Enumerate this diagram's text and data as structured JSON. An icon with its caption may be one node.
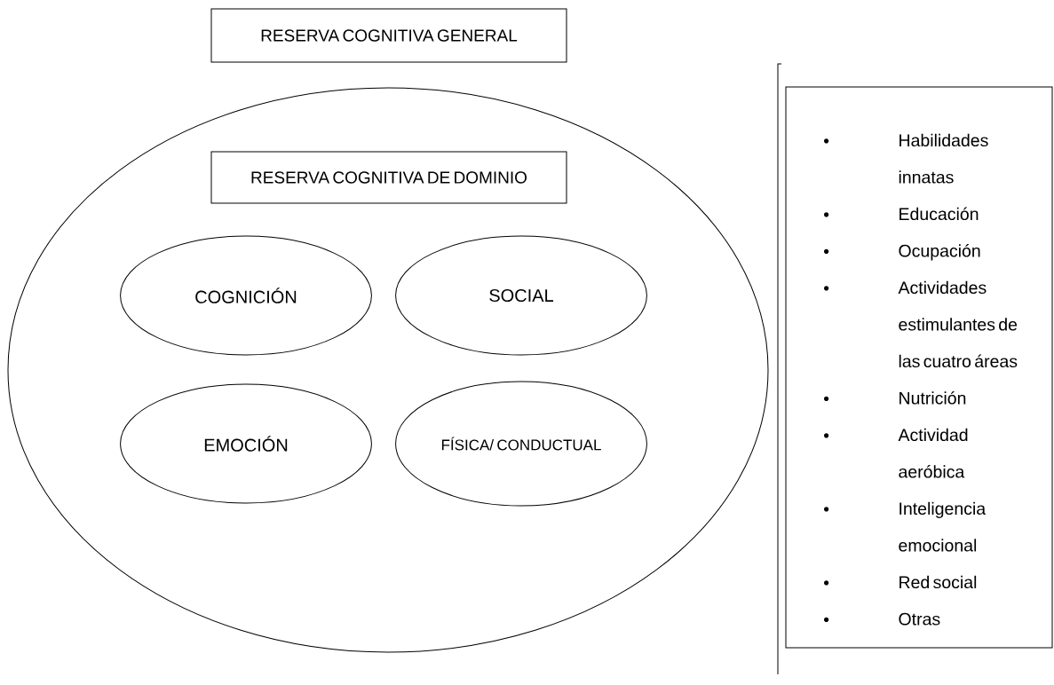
{
  "diagram": {
    "nodes": [
      {
        "text": [
          "RESERVA COGNITIVA GENERAL"
        ]
      },
      {
        "text": [],
        "shape": "circle"
      },
      {
        "text": [
          "RESERVA COGNITIVA DE DOMINIO"
        ],
        "in": 1
      },
      {
        "text": [
          "COGNICIÓN"
        ],
        "in": 1
      },
      {
        "text": [
          "SOCIAL"
        ],
        "in": 1
      },
      {
        "text": [
          "EMOCIÓN"
        ],
        "in": 1
      },
      {
        "text": [
          "FÍSICA/ CONDUCTUAL"
        ],
        "in": 1
      },
      {
        "text": [
          "Habilidades innatas",
          "Educación",
          "Ocupación",
          "Actividades estimulantes de las cuatro áreas",
          "Nutrición",
          "Actividad aeróbica",
          "Inteligencia emocional",
          "Red social",
          "Otras"
        ]
      }
    ]
  }
}
